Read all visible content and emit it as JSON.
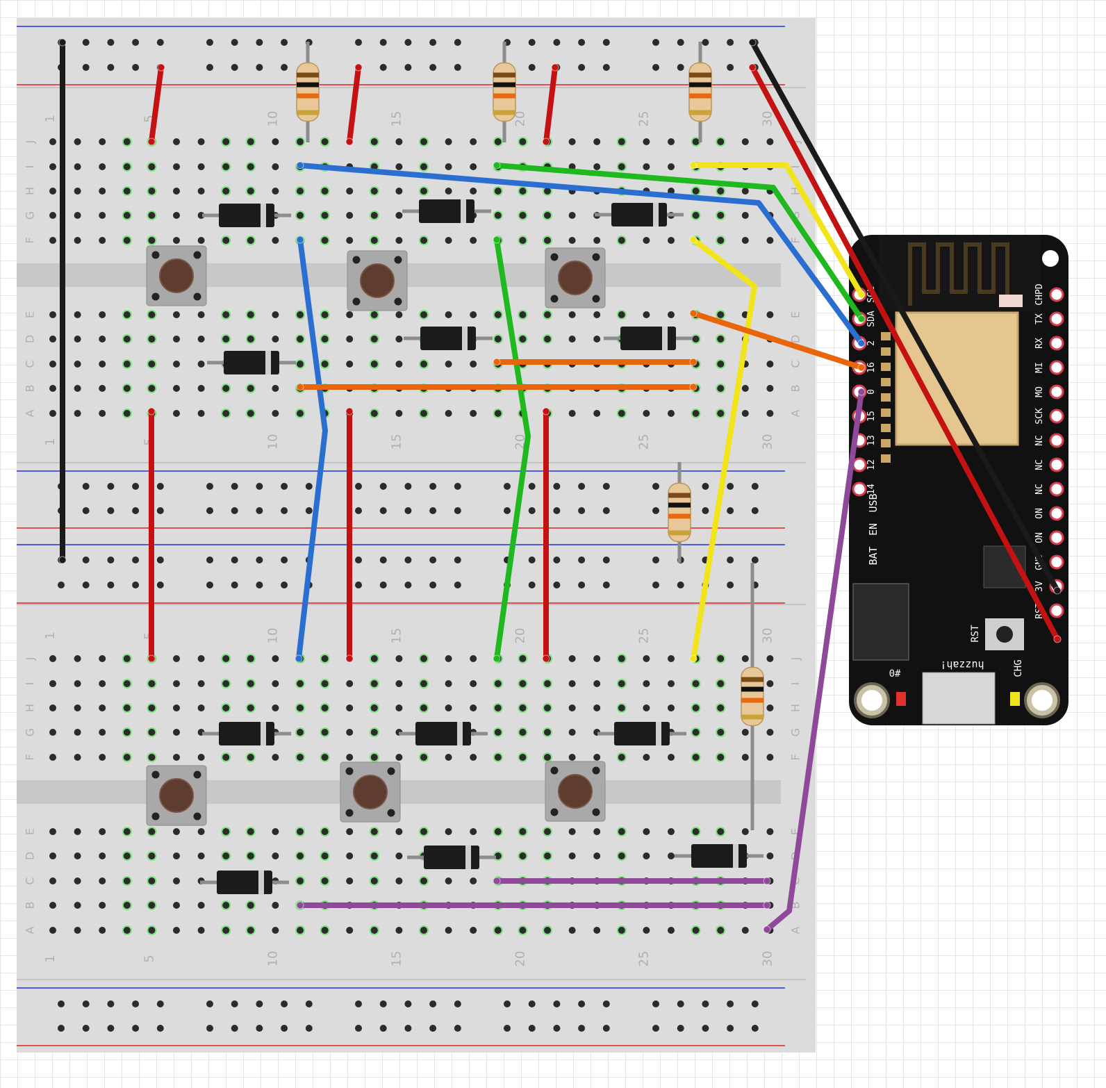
{
  "colors": {
    "board": "#dcdcdc",
    "channel": "#c8c8c8",
    "hole": "#2b2b2b",
    "hole_active": "#7ee07e",
    "rail_red": "#e02020",
    "rail_blue": "#2030e0",
    "wire_red": "#c41212",
    "wire_black": "#1a1a1a",
    "wire_blue": "#2a6fd0",
    "wire_green": "#1fb81f",
    "wire_yellow": "#f2e41a",
    "wire_orange": "#e8650a",
    "wire_purple": "#8e4a98",
    "wire_gray": "#8a8a8a",
    "feather_pcb": "#111111",
    "pin_ring": "#d93b4f"
  },
  "breadboards": [
    {
      "column_numbers": [
        "1",
        "5",
        "10",
        "15",
        "20",
        "25",
        "30"
      ],
      "top_rows": [
        "J",
        "I",
        "H",
        "G",
        "F"
      ],
      "bottom_rows": [
        "E",
        "D",
        "C",
        "B",
        "A"
      ]
    },
    {
      "column_numbers": [
        "1",
        "5",
        "10",
        "15",
        "20",
        "25",
        "30"
      ],
      "top_rows": [
        "J",
        "I",
        "H",
        "G",
        "F"
      ],
      "bottom_rows": [
        "E",
        "D",
        "C",
        "B",
        "A"
      ]
    }
  ],
  "components": {
    "pushbuttons": 6,
    "diodes": 12,
    "resistors": 5
  },
  "feather": {
    "left_pins": [
      "SCL",
      "SDA",
      "2",
      "16",
      "0",
      "15",
      "13",
      "12",
      "14"
    ],
    "right_pins": [
      "CHPD",
      "TX",
      "RX",
      "MI",
      "MO",
      "SCK",
      "NC",
      "NC",
      "NC",
      "ON",
      "ON",
      "GND",
      "3V",
      "RST"
    ],
    "side_labels": [
      "BAT",
      "EN",
      "USB"
    ],
    "bottom_labels": [
      "0#",
      "CHG",
      "RST"
    ],
    "brand": "huzzah!"
  }
}
